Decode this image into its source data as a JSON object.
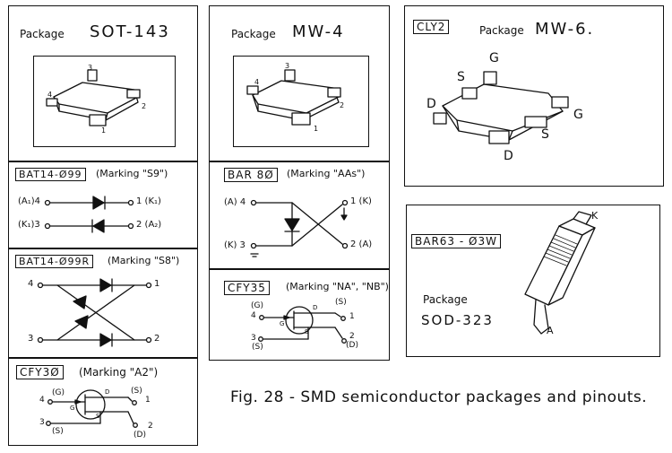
{
  "packages": {
    "sot143": {
      "word": "Package",
      "name": "SOT-143",
      "pins": [
        "3",
        "4",
        "2",
        "1"
      ]
    },
    "mw4": {
      "word": "Package",
      "name": "MW-4",
      "pins": [
        "3",
        "4",
        "2",
        "1"
      ]
    },
    "cly2": {
      "part": "CLY2",
      "word": "Package",
      "name": "MW-6.",
      "pins": [
        "G",
        "S",
        "D",
        "G",
        "S",
        "D"
      ]
    },
    "sod323": {
      "part": "BAR63 - Ø3W",
      "word": "Package",
      "name": "SOD-323",
      "pins": [
        "K",
        "A"
      ]
    }
  },
  "circuits": {
    "bat14_099": {
      "part": "BAT14-Ø99",
      "marking": "(Marking \"S9\")",
      "pins": [
        "(A₁)4",
        "(K₁)3",
        "1 (K₁)",
        "2 (A₂)"
      ]
    },
    "bat14_099r": {
      "part": "BAT14-Ø99R",
      "marking": "(Marking \"S8\")",
      "pins": [
        "4",
        "3",
        "1",
        "2"
      ]
    },
    "cfy30": {
      "part": "CFY3Ø",
      "marking": "(Marking \"A2\")",
      "pins": [
        "4",
        "(G)",
        "G",
        "D",
        "(S)",
        "1",
        "3",
        "S",
        "(S)",
        "2",
        "(D)"
      ]
    },
    "bar80": {
      "part": "BAR 8Ø",
      "marking": "(Marking \"AAs\")",
      "pins": [
        "(A) 4",
        "1 (K)",
        "(K) 3",
        "2 (A)"
      ]
    },
    "cfy35": {
      "part": "CFY35",
      "marking": "(Marking \"NA\", \"NB\")",
      "pins": [
        "4",
        "(G)",
        "G",
        "D",
        "(S)",
        "1",
        "3",
        "(S)",
        "S",
        "2",
        "(D)"
      ]
    }
  },
  "caption": "Fig. 28 - SMD semiconductor packages and pinouts."
}
